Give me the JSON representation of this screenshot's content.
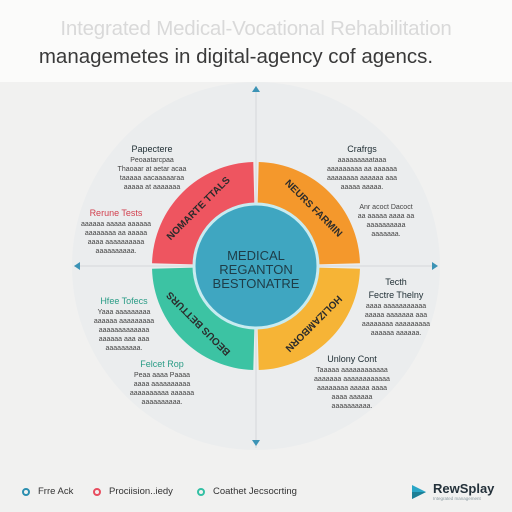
{
  "title": {
    "line1": "Integrated Medical-Vocational Rehabilitation",
    "line2": "managemetes in digital-agency cof agencs."
  },
  "center": {
    "line1": "MEDICAL",
    "line2": "REGANTON",
    "line3": "BESTONATRE"
  },
  "segments": [
    {
      "label": "NOMARTE TTALS",
      "color": "#ee5560"
    },
    {
      "label": "NEURS FARMIN",
      "color": "#f4982c"
    },
    {
      "label": "HOLIZAMBORN",
      "color": "#f6b436"
    },
    {
      "label": "BEOUS BETTURS",
      "color": "#3cc3a3"
    }
  ],
  "callouts": {
    "top_left": {
      "head": "Papectere",
      "lines": [
        "Peoaatarcpaa",
        "Thaoaar at aetar acaa",
        "taaaaa aacaaaaaraa",
        "aaaaa at aaaaaaa"
      ]
    },
    "top_right": {
      "head": "Crafrgs",
      "lines": [
        "aaaaaaaaataaa",
        "aaaaaaaaa aa aaaaaa",
        "aaaaaaaa aaaaaa aaa",
        "aaaaa aaaaa."
      ]
    },
    "mid_right": {
      "head": "",
      "lines": [
        "Anr acoct Dacoct",
        "aa aaaaa aaaa aa",
        "aaaaaaaaaa",
        "aaaaaaa."
      ]
    },
    "left_upper": {
      "head": "Rerune Tests",
      "lines": [
        "aaaaaa aaaaa aaaaaa",
        "aaaaaaaa aa aaaaa",
        "aaaa aaaaaaaaaa",
        "aaaaaaaaaa."
      ]
    },
    "right_lower": {
      "head": "Tecth",
      "sub": "Fectre Thelny",
      "lines": [
        "aaaa aaaaaaaaaaa",
        "aaaaa aaaaaaa aaa",
        "aaaaaaaa aaaaaaaaa",
        "aaaaaa aaaaaa."
      ]
    },
    "left_lower": {
      "head": "Hfee Tofecs",
      "lines": [
        "Yaaa aaaaaaaaa",
        "aaaaaa aaaaaaaaa",
        "aaaaaaaaaaaaa",
        "aaaaaa aaa aaa",
        "aaaaaaaaa."
      ]
    },
    "bottom_left": {
      "head": "Felcet Rop",
      "lines": [
        "Peaa aaaa Paaaa",
        "aaaa aaaaaaaaaa",
        "aaaaaaaaaa aaaaaa",
        "aaaaaaaaaa."
      ]
    },
    "bottom_right": {
      "head": "Unlony Cont",
      "lines": [
        "Taaaaa aaaaaaaaaaaa",
        "aaaaaaa aaaaaaaaaaaa",
        "aaaaaaaa aaaaa aaaa",
        "aaaa aaaaaa",
        "aaaaaaaaaa."
      ]
    }
  },
  "legend": [
    {
      "label": "Frre Ack",
      "color": "#2c8fb0"
    },
    {
      "label": "Prociision..iedy",
      "color": "#e84d5f"
    },
    {
      "label": "Coathet Jecsocrting",
      "color": "#33c0a4"
    }
  ],
  "brand": {
    "name": "RewSplay",
    "tagline": "Integrated management"
  }
}
